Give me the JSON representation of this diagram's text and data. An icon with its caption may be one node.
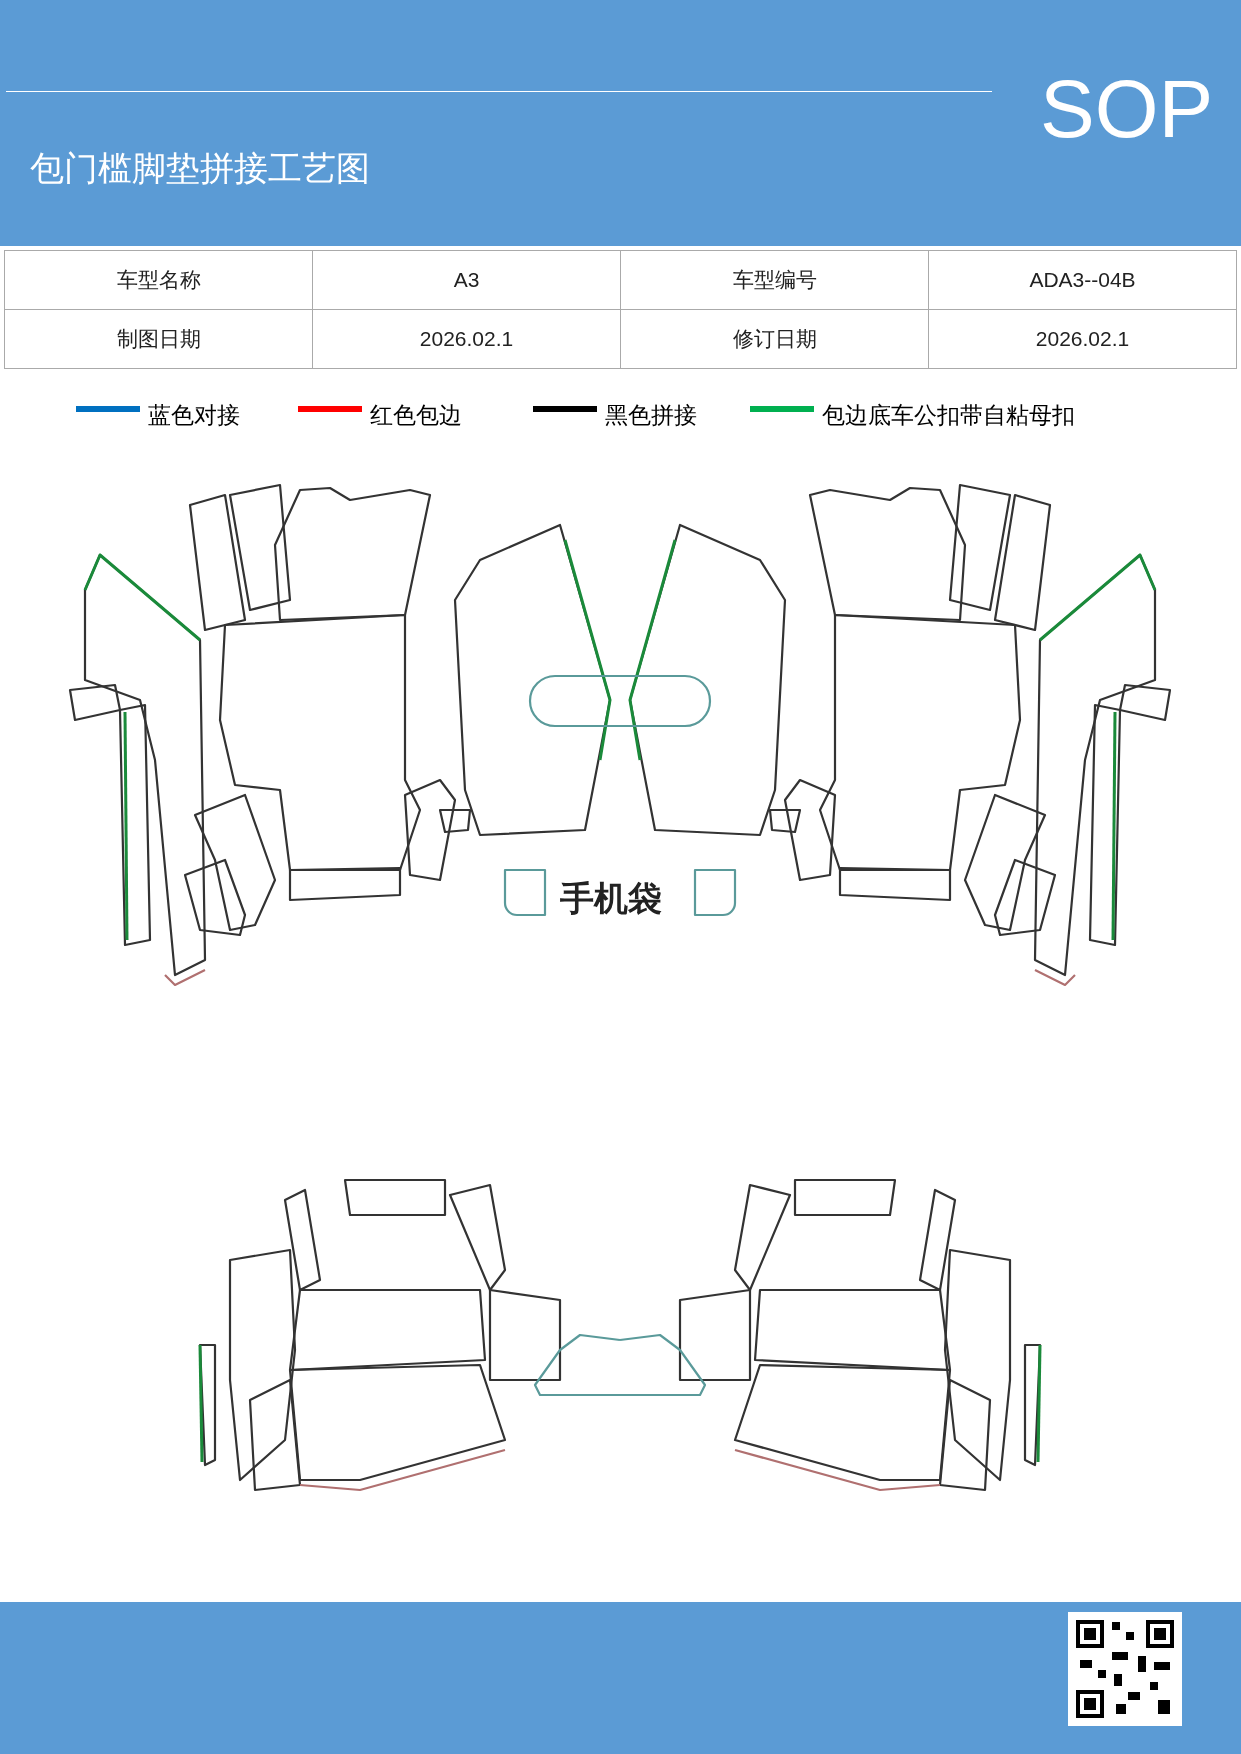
{
  "diagram": {
    "title": "包门槛脚垫拼接工艺图",
    "labels": [
      "SOP",
      "车型名称",
      "A3",
      "车型编号",
      "ADA3--04B",
      "制图日期",
      "2026.02.1",
      "修订日期",
      "2026.02.1",
      "手机袋"
    ],
    "legend": [
      {
        "text": "蓝色对接",
        "color": "#0070c0"
      },
      {
        "text": "红色包边",
        "color": "#ff0000"
      },
      {
        "text": "黑色拼接",
        "color": "#000000"
      },
      {
        "text": "包边底车公扣带自粘母扣",
        "color": "#00b050"
      }
    ]
  }
}
